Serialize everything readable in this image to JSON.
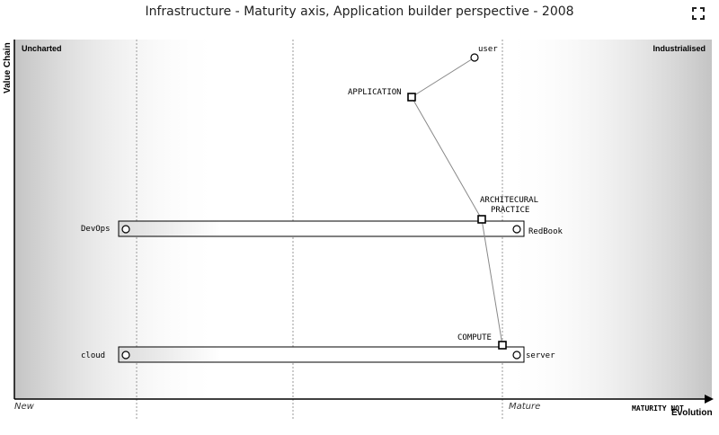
{
  "title": "Infrastructure - Maturity axis, Application builder perspective - 2008",
  "axes": {
    "y_label": "Value Chain",
    "x_label": "Evolution",
    "x_overlay_label": "MATURITY NOT",
    "x_left": "New",
    "x_right": "Mature",
    "region_left": "Uncharted",
    "region_right": "Industrialised"
  },
  "components": [
    {
      "id": "user",
      "label": "user",
      "shape": "circle",
      "evolution": 0.66,
      "visibility": 0.05
    },
    {
      "id": "application",
      "label": "APPLICATION",
      "shape": "square",
      "evolution": 0.57,
      "visibility": 0.16
    },
    {
      "id": "architectural_practice",
      "label_line1": "ARCHITECURAL",
      "label_line2": "PRACTICE",
      "shape": "square",
      "evolution": 0.67,
      "visibility": 0.5
    },
    {
      "id": "devops",
      "label": "DevOps",
      "shape": "circle",
      "evolution": 0.16,
      "visibility": 0.53
    },
    {
      "id": "redbook",
      "label": "RedBook",
      "shape": "circle",
      "evolution": 0.72,
      "visibility": 0.53
    },
    {
      "id": "compute",
      "label": "COMPUTE",
      "shape": "square",
      "evolution": 0.7,
      "visibility": 0.86
    },
    {
      "id": "cloud",
      "label": "cloud",
      "shape": "circle",
      "evolution": 0.16,
      "visibility": 0.9
    },
    {
      "id": "server",
      "label": "server",
      "shape": "circle",
      "evolution": 0.72,
      "visibility": 0.9
    }
  ],
  "links": [
    [
      "user",
      "application"
    ],
    [
      "application",
      "architectural_practice"
    ],
    [
      "architectural_practice",
      "compute"
    ]
  ],
  "evolution_bands": [
    {
      "from": "devops",
      "to": "redbook"
    },
    {
      "from": "cloud",
      "to": "server"
    }
  ]
}
